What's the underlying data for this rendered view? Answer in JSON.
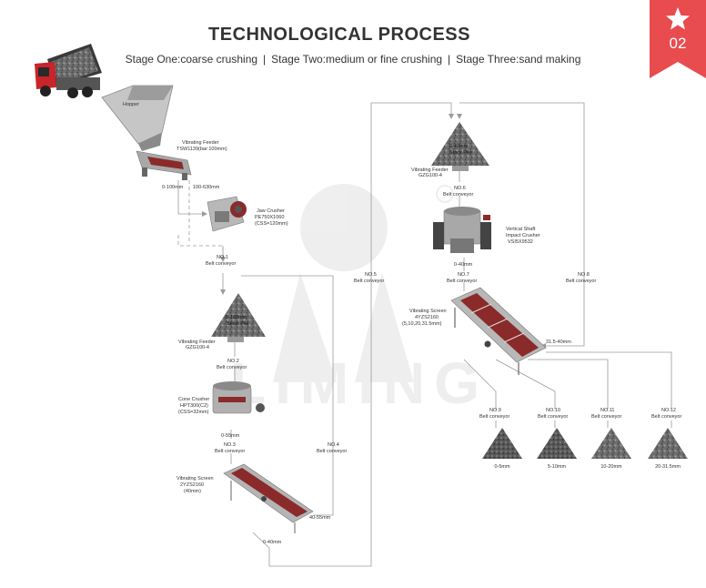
{
  "header": {
    "title": "TECHNOLOGICAL PROCESS",
    "stages": [
      "Stage One:coarse crushing",
      "Stage Two:medium or fine crushing",
      "Stage Three:sand making"
    ],
    "separator": "|"
  },
  "badge": {
    "number": "02",
    "icon": "star-icon",
    "color": "#e84c4f"
  },
  "watermark": {
    "text": "LIMING",
    "icon": "registered-icon"
  },
  "labels": {
    "hopper": "Hopper",
    "vf1_name": "Vibrating Feeder",
    "vf1_model": "TSW1139(bar:100mm)",
    "size_0_100": "0-100mm",
    "size_100_630": "100-630mm",
    "jaw_name": "Jaw Crusher",
    "jaw_model": "PE750X1060",
    "jaw_css": "(CSS=120mm)",
    "no1": "NO.1",
    "belt1": "Belt conveyor",
    "pile1_a": "0-180mm",
    "pile1_b": "Stock Pile",
    "vf2_name": "Vibrating Feeder",
    "vf2_model": "GZG100-4",
    "no2": "NO.2",
    "belt2": "Belt conveyor",
    "cone_name": "Cone Crusher",
    "cone_model": "HPT300(C2)",
    "cone_css": "(CSS=32mm)",
    "size_0_55": "0-55mm",
    "no3": "NO.3",
    "belt3": "Belt conveyor",
    "no4": "NO.4",
    "belt4": "Belt conveyor",
    "vs1_name": "Vibrating Screen",
    "vs1_model": "2YZS2160",
    "vs1_size": "(40mm)",
    "size_40_55": "40-55mm",
    "size_0_40a": "0-40mm",
    "no5": "NO.5",
    "belt5": "Belt conveyor",
    "pile2_a": "0-40mm",
    "pile2_b": "Stock Pile",
    "vf3_name": "Vibrating Feeder",
    "vf3_model": "GZG100-4",
    "no6": "NO.6",
    "belt6": "Belt conveyor",
    "vsi_name1": "Vertical Shaft",
    "vsi_name2": "Impact Crusher",
    "vsi_model": "VSI5X9532",
    "size_0_40b": "0-40mm",
    "no7": "NO.7",
    "belt7": "Belt conveyor",
    "no8": "NO.8",
    "belt8": "Belt conveyor",
    "vs2_name": "Vibrating Screen",
    "vs2_model": "4YZS2160",
    "vs2_size": "(5,10,20,31.5mm)",
    "size_31_40": "31.5-40mm",
    "no9": "NO.9",
    "belt9": "Belt conveyor",
    "no10": "NO.10",
    "belt10": "Belt conveyor",
    "no11": "NO.11",
    "belt11": "Belt conveyor",
    "no12": "NO.12",
    "belt12": "Belt conveyor",
    "prod1": "0-5mm",
    "prod2": "5-10mm",
    "prod3": "10-20mm",
    "prod4": "20-31.5mm"
  },
  "colors": {
    "line": "#9a9a9a",
    "text": "#333333",
    "accent_red": "#a52a2a",
    "pile_dark": "#6a6a6a"
  }
}
